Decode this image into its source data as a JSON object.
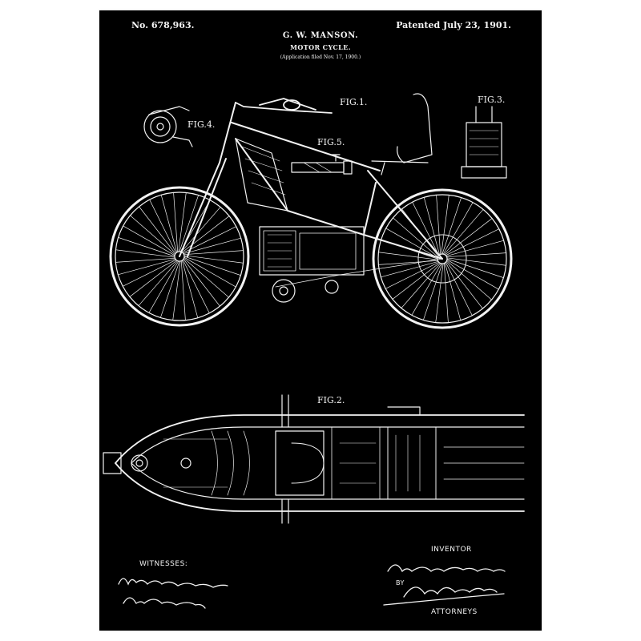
{
  "header": {
    "patent_number": "No. 678,963.",
    "patent_date": "Patented July 23, 1901.",
    "inventor": "G. W. MANSON.",
    "title": "MOTOR CYCLE.",
    "application": "(Application filed Nov. 17, 1900.)"
  },
  "figures": {
    "fig1": "FIG.1.",
    "fig2": "FIG.2.",
    "fig3": "FIG.3.",
    "fig4": "FIG.4.",
    "fig5": "FIG.5."
  },
  "footer": {
    "witnesses": "WITNESSES:",
    "inventor": "INVENTOR",
    "by": "BY",
    "attorneys": "ATTORNEYS",
    "witness_signature_1": "Amos P. Hammond",
    "witness_signature_2": "C. F. Sonneck",
    "inventor_signature": "Geo. W. Manson",
    "attorneys_signature": "Knight Bros"
  },
  "colors": {
    "background": "#000000",
    "ink": "#f2f2f2",
    "frame": "#ffffff"
  }
}
